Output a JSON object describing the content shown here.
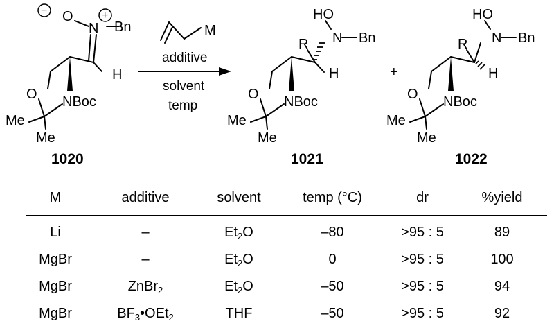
{
  "reaction": {
    "conditions_above": "additive",
    "conditions_below_1": "solvent",
    "conditions_below_2": "temp",
    "reagent_metal": "M",
    "plus": "+"
  },
  "compounds": {
    "starting": {
      "id": "1020"
    },
    "product_a": {
      "id": "1021"
    },
    "product_b": {
      "id": "1022"
    }
  },
  "atoms": {
    "O": "O",
    "N": "N",
    "H": "H",
    "R": "R",
    "HO": "HO",
    "Bn": "Bn",
    "NBoc": "NBoc",
    "Me": "Me",
    "minus": "−",
    "plus_charge": "+"
  },
  "table": {
    "headers": [
      "M",
      "additive",
      "solvent",
      "temp (°C)",
      "dr",
      "%yield"
    ],
    "rows": [
      {
        "M": "Li",
        "additive": "–",
        "additive_sub": "",
        "additive_tail": "",
        "solvent": "Et",
        "solvent_sub": "2",
        "solvent_tail": "O",
        "temp": "–80",
        "dr": ">95 : 5",
        "yield": "89"
      },
      {
        "M": "MgBr",
        "additive": "–",
        "additive_sub": "",
        "additive_tail": "",
        "solvent": "Et",
        "solvent_sub": "2",
        "solvent_tail": "O",
        "temp": "0",
        "dr": ">95 : 5",
        "yield": "100"
      },
      {
        "M": "MgBr",
        "additive": "ZnBr",
        "additive_sub": "2",
        "additive_tail": "",
        "solvent": "Et",
        "solvent_sub": "2",
        "solvent_tail": "O",
        "temp": "–50",
        "dr": ">95 : 5",
        "yield": "94"
      },
      {
        "M": "MgBr",
        "additive": "BF",
        "additive_sub": "3",
        "additive_tail": "•OEt",
        "additive_sub2": "2",
        "solvent": "THF",
        "solvent_sub": "",
        "solvent_tail": "",
        "temp": "–50",
        "dr": ">95 : 5",
        "yield": "92"
      }
    ]
  }
}
